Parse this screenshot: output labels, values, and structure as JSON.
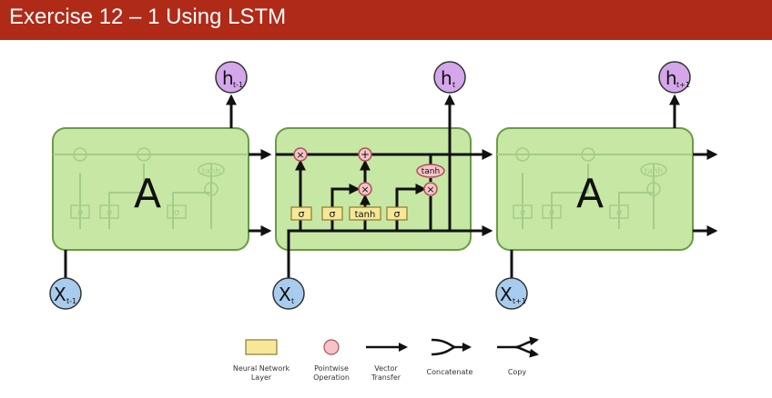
{
  "header": {
    "title": "Exercise 12 – 1 Using LSTM"
  },
  "colors": {
    "title_bar": "#B02A18",
    "cell_fill": "#C6E8A4",
    "cell_stroke": "#6C9A48",
    "layer_fill": "#F7E899",
    "layer_stroke": "#8A7A2E",
    "op_fill": "#F5C3C8",
    "op_stroke": "#B0505A",
    "hidden_fill": "#D4A6EA",
    "input_fill": "#A8CCEE",
    "node_stroke": "#333333"
  },
  "cells": {
    "left": {
      "label": "A"
    },
    "right": {
      "label": "A"
    },
    "middle": {
      "layer1": "σ",
      "layer2": "σ",
      "layer3": "tanh",
      "layer4": "σ",
      "op_mul_top": "×",
      "op_add": "+",
      "op_mul_mid": "×",
      "op_mul_out": "×",
      "op_tanh": "tanh"
    },
    "faded": {
      "layer1": "σ",
      "layer2": "σ",
      "layer4": "σ",
      "op_tanh": "tanh"
    }
  },
  "nodes": {
    "h_prev": {
      "main": "h",
      "sub": "t-1"
    },
    "h_cur": {
      "main": "h",
      "sub": "t"
    },
    "h_next": {
      "main": "h",
      "sub": "t+1"
    },
    "x_prev": {
      "main": "X",
      "sub": "t-1"
    },
    "x_cur": {
      "main": "X",
      "sub": "t"
    },
    "x_next": {
      "main": "X",
      "sub": "t+1"
    }
  },
  "legend": {
    "neural_network_layer": [
      "Neural Network",
      "Layer"
    ],
    "pointwise_operation": [
      "Pointwise",
      "Operation"
    ],
    "vector_transfer": [
      "Vector",
      "Transfer"
    ],
    "concatenate": "Concatenate",
    "copy": "Copy"
  }
}
